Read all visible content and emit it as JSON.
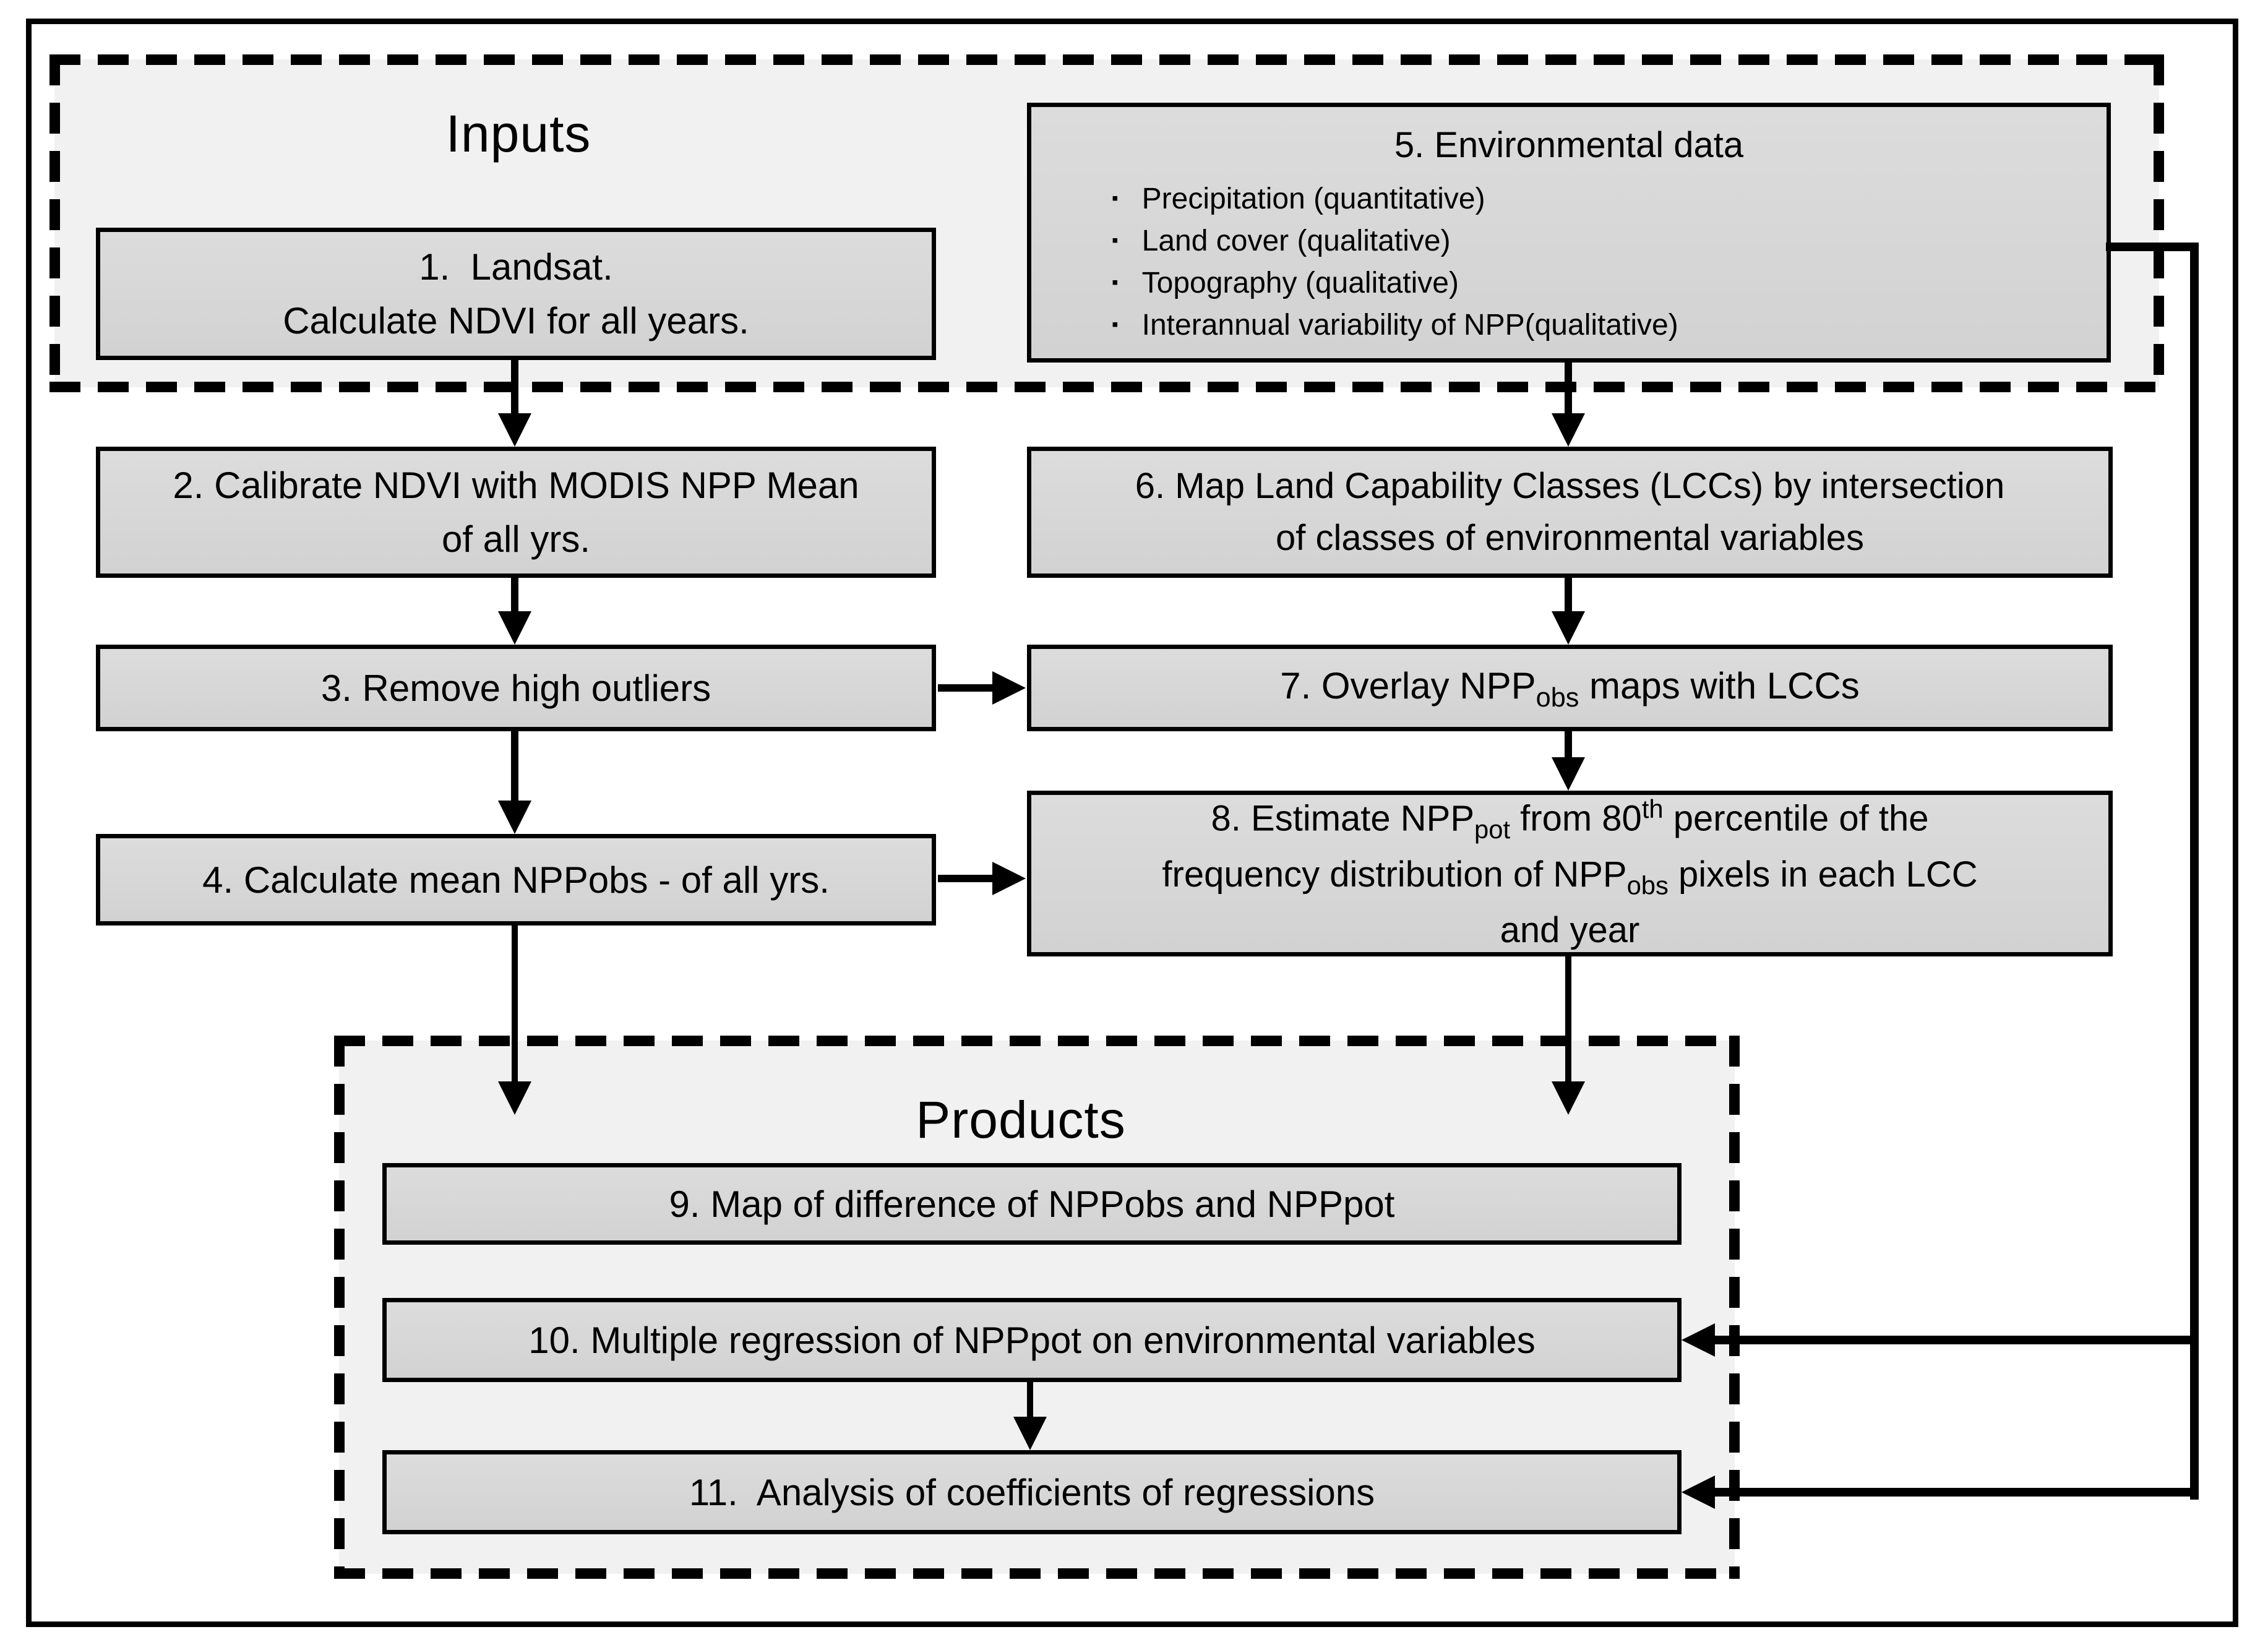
{
  "figure": {
    "type": "flowchart",
    "colors": {
      "box_fill": "#d6d6d6",
      "panel_fill": "#f1f1f1",
      "line": "#000000",
      "background": "#ffffff"
    },
    "bullet_char": "▪"
  },
  "inputs_panel": {
    "title": "Inputs"
  },
  "products_panel": {
    "title": "Products"
  },
  "boxes": {
    "b1": {
      "lines": [
        [
          {
            "t": "1.  Landsat."
          }
        ],
        [
          {
            "t": "Calculate NDVI for all years."
          }
        ]
      ]
    },
    "b2": {
      "lines": [
        [
          {
            "t": "2. Calibrate NDVI with MODIS NPP Mean"
          }
        ],
        [
          {
            "t": "of all yrs."
          }
        ]
      ]
    },
    "b3": {
      "lines": [
        [
          {
            "t": "3. Remove high outliers"
          }
        ]
      ]
    },
    "b4": {
      "lines": [
        [
          {
            "t": "4. Calculate mean NPPobs - of all yrs."
          }
        ]
      ]
    },
    "b5": {
      "title": "5. Environmental data",
      "bullets": [
        "Precipitation (quantitative)",
        "Land cover (qualitative)",
        "Topography (qualitative)",
        "Interannual variability of NPP(qualitative)"
      ]
    },
    "b6": {
      "lines": [
        [
          {
            "t": "6. Map Land Capability Classes (LCCs) by intersection"
          }
        ],
        [
          {
            "t": "of classes of environmental variables"
          }
        ]
      ]
    },
    "b7": {
      "lines": [
        [
          {
            "t": "7. Overlay NPP"
          },
          {
            "t": "obs",
            "s": "sub"
          },
          {
            "t": " maps with LCCs"
          }
        ]
      ]
    },
    "b8": {
      "lines": [
        [
          {
            "t": "8. Estimate NPP"
          },
          {
            "t": "pot",
            "s": "sub"
          },
          {
            "t": " from 80"
          },
          {
            "t": "th",
            "s": "sup"
          },
          {
            "t": " percentile of the"
          }
        ],
        [
          {
            "t": "frequency distribution of NPP"
          },
          {
            "t": "obs",
            "s": "sub"
          },
          {
            "t": " pixels in each LCC"
          }
        ],
        [
          {
            "t": "and year"
          }
        ]
      ]
    },
    "b9": {
      "lines": [
        [
          {
            "t": "9. Map of difference of NPPobs and NPPpot"
          }
        ]
      ]
    },
    "b10": {
      "lines": [
        [
          {
            "t": "10. Multiple regression of NPPpot on environmental variables"
          }
        ]
      ]
    },
    "b11": {
      "lines": [
        [
          {
            "t": "11.  Analysis of coefficients of regressions"
          }
        ]
      ]
    }
  }
}
